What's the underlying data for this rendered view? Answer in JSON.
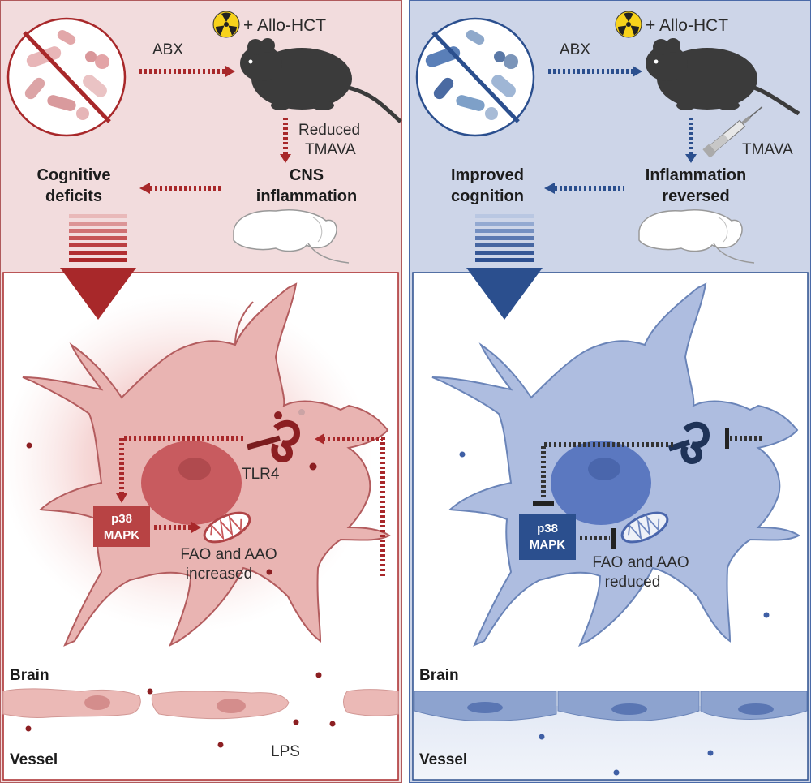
{
  "colors": {
    "red_bg": "#f2dcdd",
    "red_cell": "#e9b4b2",
    "red_dark": "#a8282a",
    "blue_bg": "#cdd5e8",
    "blue_cell": "#aebde0",
    "blue_dark": "#2b4f8e"
  },
  "left": {
    "abx": "ABX",
    "allo_hct": "+ Allo-HCT",
    "reduced": "Reduced",
    "tmava": "TMAVA",
    "outcome_line1": "Cognitive",
    "outcome_line2": "deficits",
    "cns_line1": "CNS",
    "cns_line2": "inflammation",
    "tlr4": "TLR4",
    "p38_line1": "p38",
    "p38_line2": "MAPK",
    "fao_line1": "FAO and AAO",
    "fao_line2": "increased",
    "brain": "Brain",
    "vessel": "Vessel",
    "lps": "LPS"
  },
  "right": {
    "abx": "ABX",
    "allo_hct": "+ Allo-HCT",
    "tmava": "TMAVA",
    "outcome_line1": "Improved",
    "outcome_line2": "cognition",
    "infl_line1": "Inflammation",
    "infl_line2": "reversed",
    "p38_line1": "p38",
    "p38_line2": "MAPK",
    "fao_line1": "FAO and AAO",
    "fao_line2": "reduced",
    "brain": "Brain",
    "vessel": "Vessel"
  },
  "icons": {
    "radiation": "radiation-icon",
    "mouse": "mouse-icon",
    "brain": "brain-icon",
    "syringe": "syringe-icon",
    "bacteria": "bacteria-icon",
    "mitochondrion": "mitochondrion-icon"
  }
}
